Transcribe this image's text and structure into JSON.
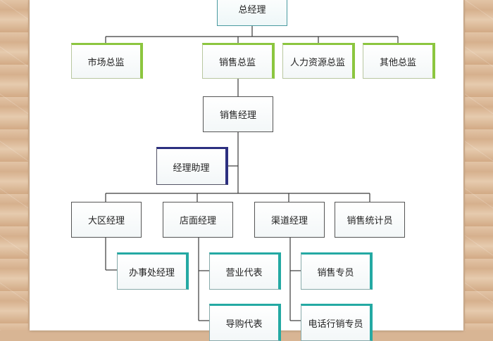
{
  "nodes": {
    "ceo": "总经理",
    "marketing_director": "市场总监",
    "sales_director": "销售总监",
    "hr_director": "人力资源总监",
    "other_director": "其他总监",
    "sales_manager": "销售经理",
    "manager_assistant": "经理助理",
    "regional_manager": "大区经理",
    "store_manager": "店面经理",
    "channel_manager": "渠道经理",
    "sales_statistician": "销售统计员",
    "office_manager": "办事处经理",
    "business_rep": "营业代表",
    "shopping_guide": "导购代表",
    "sales_specialist": "销售专员",
    "telesales_specialist": "电话行销专员"
  },
  "colors": {
    "green_accent": "#8cc63f",
    "navy_accent": "#2c2f80",
    "cyan_accent": "#24a9a3",
    "teal_border": "#4a9aa0",
    "line": "#3a3a3a"
  }
}
